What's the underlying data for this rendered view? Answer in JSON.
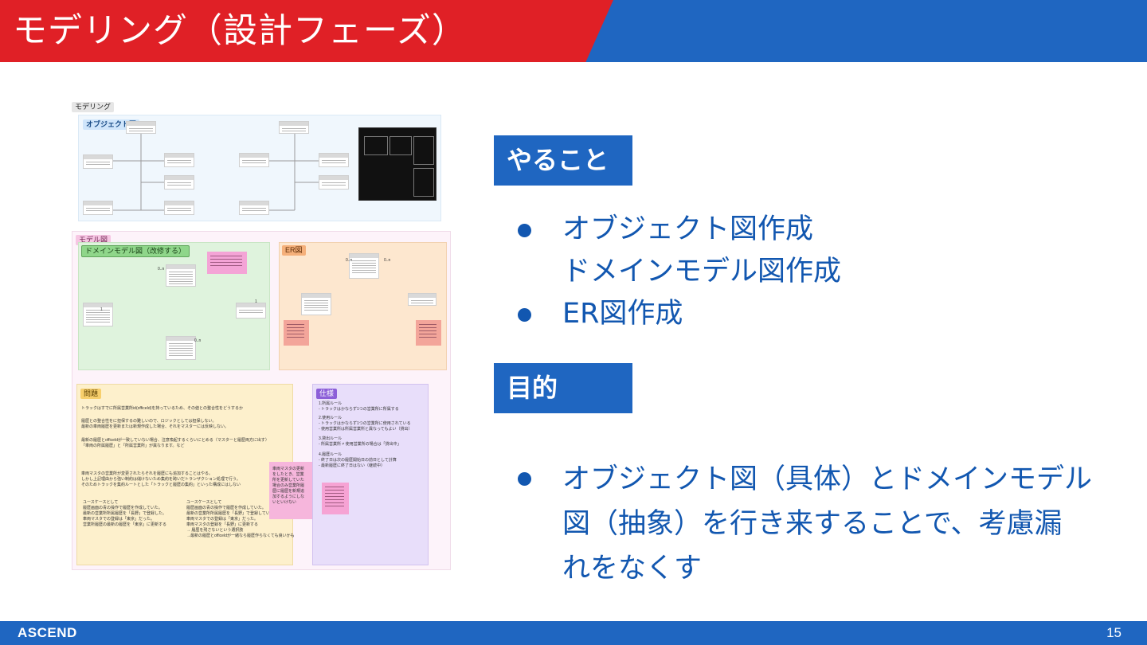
{
  "header": {
    "title": "モデリング（設計フェーズ）",
    "colors": {
      "red": "#e02026",
      "blue": "#1f66c1"
    }
  },
  "board": {
    "section_tags": {
      "modeling": "モデリング",
      "object_diagram": "オブジェクト図",
      "model_diagram": "モデル図",
      "domain_model": "ドメインモデル図（改修する）",
      "er_diagram": "ER図",
      "problem": "問題",
      "spec": "仕様"
    },
    "multiplicity": {
      "many": "0..n",
      "one": "1"
    },
    "problem_text": {
      "p1": "トラックはすでに所属営業所id(officeId)を持っているため、その値との整合性をどうするか",
      "p2": "履歴との整合性をに担保するの難しいので、ロジックとしては担保しない。\n最新の車両履歴を更新または新規作成した場合、それをマスターには反映しない。",
      "p3": "最新の履歴とofficeIdが一致していない場合、注意喚起するくらいにとめる（マスターと履歴両方に出す）\n「車両の所属履歴」と「所属営業所」が異なります。など",
      "p4": "車両マスタの営業所が変更されたらそれを履歴にも追加することはやる。\nしかし上記理由から強い制約は儲けないため集約を跨いだトランザクション処理で行う。\nそのためトラックを集約ルートとした「トラックと履歴の集約」といった構成にはしない",
      "uc1": "ユースケースとして\n履歴画面の青の操作で履歴を作成していた。\n最新の営業所所属履歴を「長野」で登録した。\n車両マスタでの登録は「東京」だった。\n営業所履歴の最新の履歴を「東京」に更新する",
      "uc2": "ユースケースとして\n履歴画面の青の操作で履歴を作成していた。\n最新の営業所所属履歴を「長野」で登録していた。\n車両マスタでの登録は「東京」だった。\n車両マスタの登録を「長野」に更新する\n→ 履歴を残さないという選択肢\n→最新の履歴とofficeIdが一緒なら履歴作らなくても良いかも"
    },
    "spec_text": {
      "s1": "1.所属ルール\n- トラックはかならず1つの営業所に所属する",
      "s2": "2.使用ルール\n- トラックはかならず1つの営業所に使用されている\n- 使用営業所は所属営業所と異なってもよい（貸出）",
      "s3": "3.貸出ルール\n- 所属営業所 ≠ 使用営業所の場合は「貸出中」",
      "s4": "4.履歴ルール\n- 終了日は次の履歴開始日の前日として計算\n- 最新履歴に終了日はない（継続中）"
    },
    "sticky_text": {
      "vehicle_master": "車両マスタの更新\nをしたとき、営業\n所を更新していた\n場合のみ営業所履\n歴に履歴を新規追\n加するようにしな\nいといけない"
    }
  },
  "content": {
    "todo_label": "やること",
    "todo_items": [
      {
        "lines": [
          "オブジェクト図作成",
          "ドメインモデル図作成"
        ]
      },
      {
        "lines": [
          "ER図作成"
        ]
      }
    ],
    "purpose_label": "目的",
    "purpose_items": [
      {
        "lines": [
          "オブジェクト図（具体）とドメインモデル",
          "図（抽象）を行き来することで、考慮漏",
          "れをなくす"
        ]
      }
    ]
  },
  "footer": {
    "logo": "ASCEND",
    "page_number": "15"
  }
}
